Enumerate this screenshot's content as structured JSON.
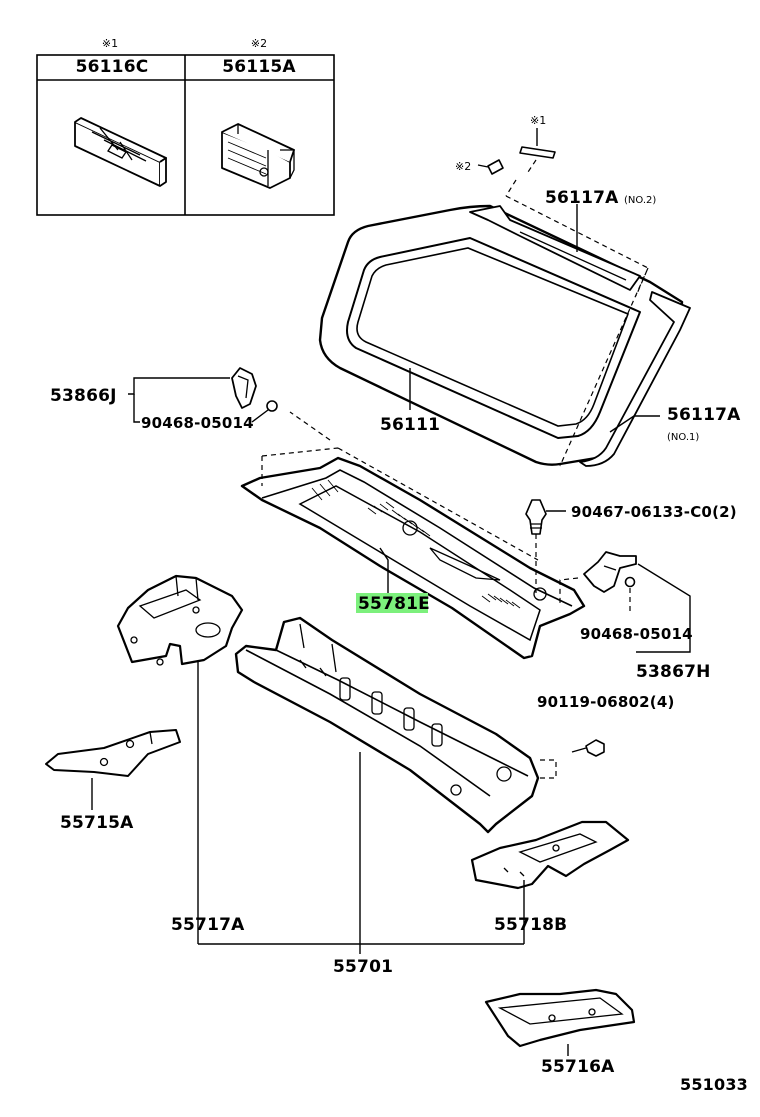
{
  "inset": {
    "left": {
      "mark": "※1",
      "part_no": "56116C"
    },
    "right": {
      "mark": "※2",
      "part_no": "56115A"
    }
  },
  "marks": {
    "mark1": "※1",
    "mark2": "※2"
  },
  "labels": {
    "p56117A_no2": "56117A",
    "p56117A_no2_note": "(NO.2)",
    "p56117A_no1": "56117A",
    "p56117A_no1_note": "(NO.1)",
    "p53866J": "53866J",
    "p90468_upper": "90468-05014",
    "p56111": "56111",
    "p90467": "90467-06133-C0(2)",
    "p55781E": "55781E",
    "p90468_lower": "90468-05014",
    "p53867H": "53867H",
    "p90119": "90119-06802(4)",
    "p55715A": "55715A",
    "p55717A": "55717A",
    "p55718B": "55718B",
    "p55701": "55701",
    "p55716A": "55716A"
  },
  "highlight_color": "#7cf07c",
  "diagram_code": "551033"
}
